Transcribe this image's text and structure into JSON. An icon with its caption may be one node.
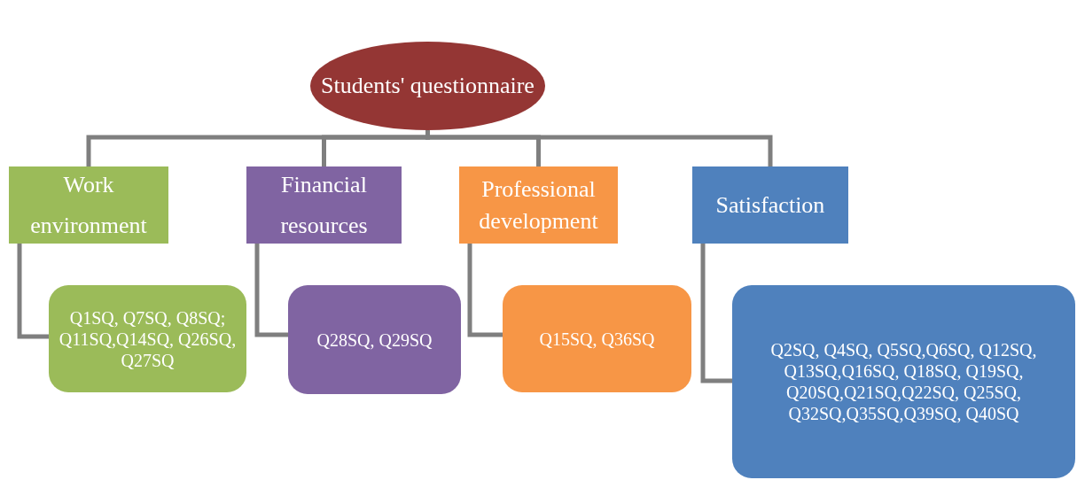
{
  "diagram": {
    "nodes": [
      {
        "text": [
          "Students' questionnaire"
        ]
      },
      {
        "text": [
          "Work environment"
        ]
      },
      {
        "text": [
          "Financial resources"
        ]
      },
      {
        "text": [
          "Professional development"
        ]
      },
      {
        "text": [
          "Satisfaction"
        ]
      },
      {
        "text": [
          "Q1SQ, Q7SQ, Q8SQ; Q11SQ,Q14SQ, Q26SQ, Q27SQ"
        ]
      },
      {
        "text": [
          "Q28SQ, Q29SQ"
        ]
      },
      {
        "text": [
          "Q15SQ, Q36SQ"
        ]
      },
      {
        "text": [
          "Q2SQ, Q4SQ, Q5SQ,Q6SQ, Q12SQ, Q13SQ,Q16SQ, Q18SQ, Q19SQ, Q20SQ,Q21SQ,Q22SQ, Q25SQ, Q32SQ,Q35SQ,Q39SQ, Q40SQ"
        ]
      }
    ],
    "edges": [
      {
        "from": 0,
        "to": 1,
        "arrow": "none"
      },
      {
        "from": 0,
        "to": 2,
        "arrow": "none"
      },
      {
        "from": 0,
        "to": 3,
        "arrow": "none"
      },
      {
        "from": 0,
        "to": 4,
        "arrow": "none"
      },
      {
        "from": 1,
        "to": 5,
        "arrow": "none"
      },
      {
        "from": 2,
        "to": 6,
        "arrow": "none"
      },
      {
        "from": 3,
        "to": 7,
        "arrow": "none"
      },
      {
        "from": 4,
        "to": 8,
        "arrow": "none"
      }
    ]
  }
}
